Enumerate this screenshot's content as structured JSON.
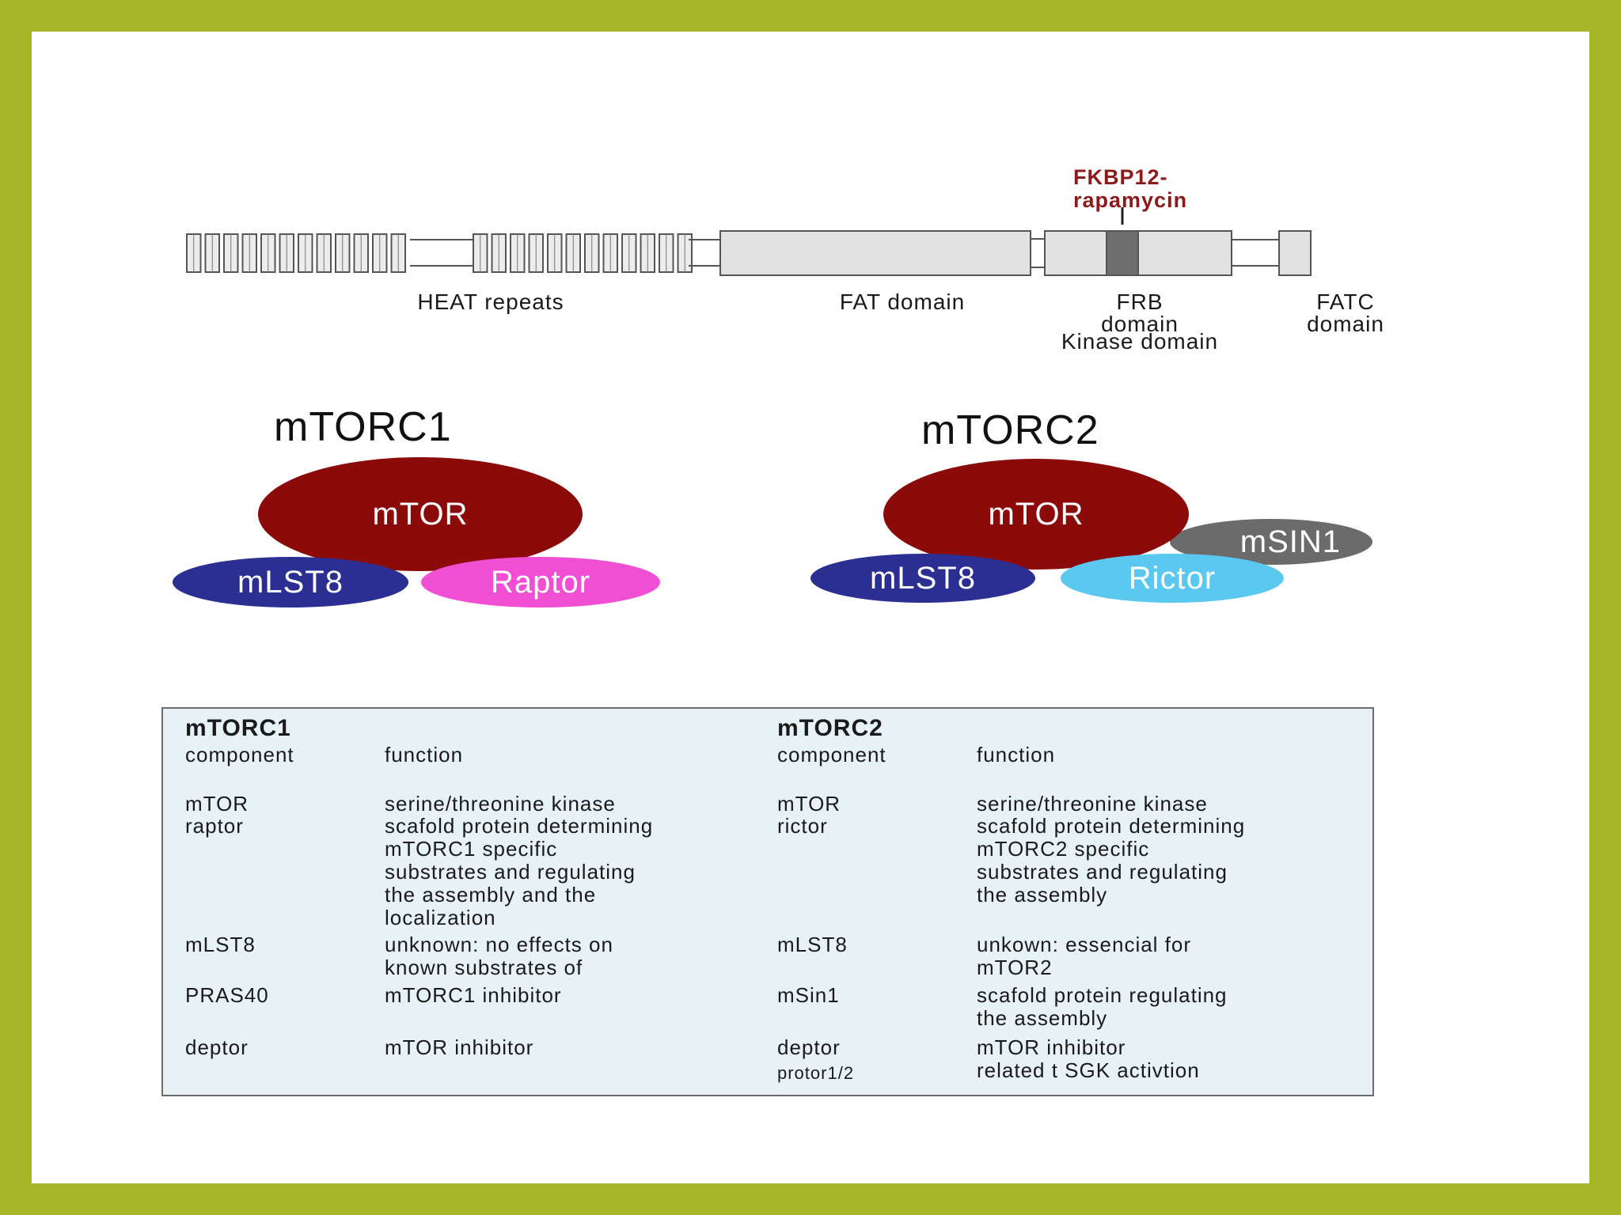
{
  "colors": {
    "frame": "#a4b526",
    "mtor": "#8b0a0a",
    "mlst8": "#2a2f91",
    "raptor": "#f04fd4",
    "rictor": "#5bc8f0",
    "msin1": "#6b6b6b",
    "table_bg": "#e6f2f6"
  },
  "domains": {
    "fkbp_line1": "FKBP12-",
    "fkbp_line2": "rapamycin",
    "heat": "HEAT repeats",
    "fat": "FAT domain",
    "frb_line1": "FRB",
    "frb_line2": "domain",
    "kinase": "Kinase domain",
    "fatc_line1": "FATC",
    "fatc_line2": "domain"
  },
  "mtorc1": {
    "title": "mTORC1",
    "mtor": "mTOR",
    "mlst8": "mLST8",
    "raptor": "Raptor"
  },
  "mtorc2": {
    "title": "mTORC2",
    "mtor": "mTOR",
    "msin1": "mSIN1",
    "mlst8": "mLST8",
    "rictor": "Rictor"
  },
  "table": {
    "left_title": "mTORC1",
    "left_component": "component",
    "left_function": "function",
    "right_title": "mTORC2",
    "right_component": "component",
    "right_function": "function",
    "l_mtor": "mTOR",
    "l_raptor": "raptor",
    "l_kinase": "serine/threonine kinase",
    "l_scaffold": "scafold protein determining\nmTORC1 specific\nsubstrates and regulating\nthe assembly and the\nlocalization",
    "l_mlst8": "mLST8",
    "l_mlst8_fn": "unknown: no effects on\nknown substrates of",
    "l_pras40": "PRAS40",
    "l_pras40_fn": "mTORC1 inhibitor",
    "l_deptor": "deptor",
    "l_deptor_fn": "mTOR inhibitor",
    "r_mtor": "mTOR",
    "r_rictor": "rictor",
    "r_kinase": "serine/threonine kinase",
    "r_scaffold": "scafold protein determining\nmTORC2 specific\nsubstrates and regulating\nthe assembly",
    "r_mlst8": "mLST8",
    "r_mlst8_fn": "unkown: essencial for\nmTOR2",
    "r_msin1": "mSin1",
    "r_msin1_fn": "scafold protein regulating\nthe assembly",
    "r_deptor": "deptor",
    "r_protor": "protor1/2",
    "r_deptor_fn": "mTOR inhibitor\nrelated t SGK activtion"
  }
}
